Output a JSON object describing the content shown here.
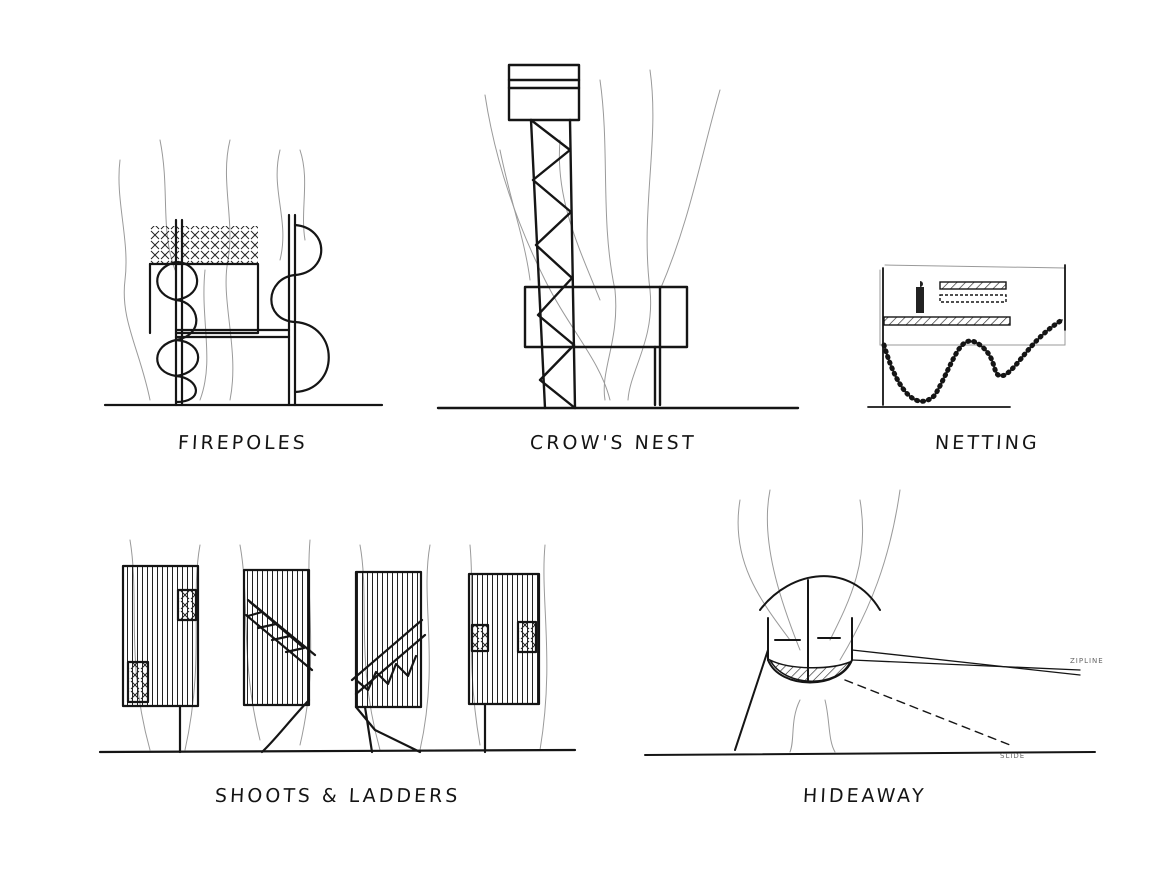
{
  "sketches": [
    {
      "id": "firepoles",
      "label": "FIREPOLES"
    },
    {
      "id": "crows-nest",
      "label": "CROW'S NEST"
    },
    {
      "id": "netting",
      "label": "NETTING"
    },
    {
      "id": "shoots-ladders",
      "label": "SHOOTS & LADDERS"
    },
    {
      "id": "hideaway",
      "label": "HIDEAWAY",
      "notes": {
        "zipline": "ZIPLINE",
        "slide": "SLIDE"
      }
    }
  ]
}
